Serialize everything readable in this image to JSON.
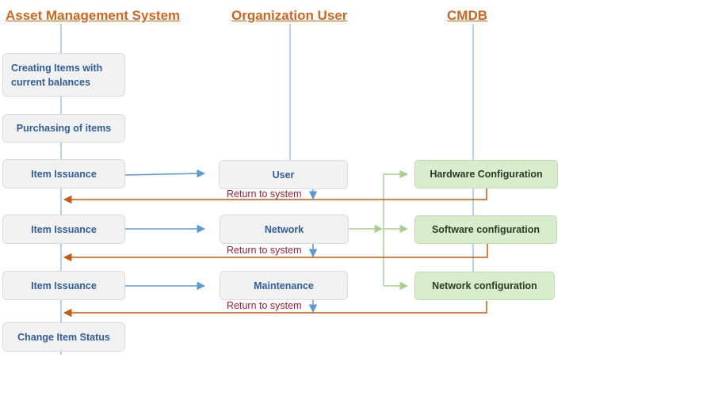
{
  "lanes": [
    {
      "title": "Asset Management System"
    },
    {
      "title": "Organization User"
    },
    {
      "title": "CMDB"
    }
  ],
  "system_steps": [
    {
      "label": "Creating Items with current balances"
    },
    {
      "label": "Purchasing of items"
    },
    {
      "label": "Item Issuance"
    },
    {
      "label": "Item Issuance"
    },
    {
      "label": "Item Issuance"
    },
    {
      "label": "Change Item Status"
    }
  ],
  "user_steps": [
    {
      "label": "User"
    },
    {
      "label": "Network"
    },
    {
      "label": "Maintenance"
    }
  ],
  "return_labels": [
    "Return to system",
    "Return to system",
    "Return to system"
  ],
  "cmdb_steps": [
    {
      "label": "Hardware Configuration"
    },
    {
      "label": "Software configuration"
    },
    {
      "label": "Network configuration"
    }
  ],
  "colors": {
    "lane_title": "#D0651E",
    "lane_line": "#9DC3E6",
    "system_text": "#2F5D9E",
    "box_fill": "#F2F2F2",
    "cmdb_fill": "#D8EDCC",
    "blue_arrow": "#5B9BD5",
    "green_arrow": "#A9D18E",
    "orange_arrow": "#C55A11",
    "return_text": "#9B2335"
  }
}
